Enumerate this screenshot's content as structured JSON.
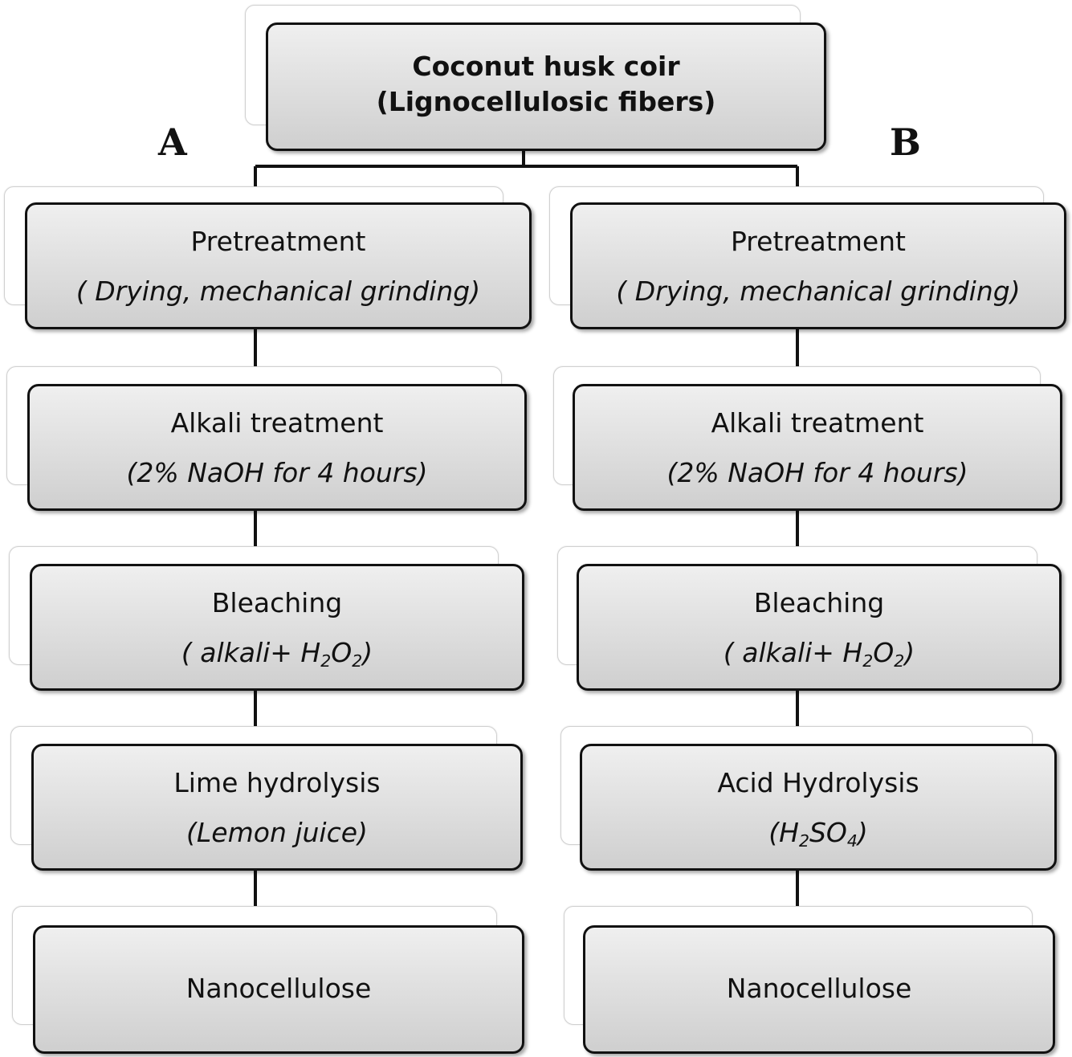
{
  "title_node": {
    "text": "Coconut husk coir (Lignocellulosic fibers)"
  },
  "branch_labels": {
    "a": "A",
    "b": "B"
  },
  "branch_a": {
    "pretreatment": {
      "title": "Pretreatment",
      "detail": "( Drying, mechanical  grinding)"
    },
    "alkali": {
      "title": "Alkali treatment",
      "detail": "(2% NaOH for 4 hours)"
    },
    "bleaching": {
      "title": "Bleaching",
      "detail_prefix": "( alkali+ H",
      "sub1": "2",
      "mid": "O",
      "sub2": "2",
      "suffix": ")"
    },
    "hydrolysis": {
      "title": "Lime hydrolysis",
      "detail": "(Lemon juice)"
    },
    "product": {
      "title": "Nanocellulose"
    }
  },
  "branch_b": {
    "pretreatment": {
      "title": "Pretreatment",
      "detail": "( Drying, mechanical  grinding)"
    },
    "alkali": {
      "title": "Alkali treatment",
      "detail": "(2% NaOH for 4 hours)"
    },
    "bleaching": {
      "title": "Bleaching",
      "detail_prefix": "( alkali+ H",
      "sub1": "2",
      "mid": "O",
      "sub2": "2",
      "suffix": ")"
    },
    "hydrolysis": {
      "title": "Acid Hydrolysis",
      "detail_prefix": "(H",
      "sub1": "2",
      "mid": "SO",
      "sub2": "4",
      "suffix": ")"
    },
    "product": {
      "title": "Nanocellulose"
    }
  }
}
